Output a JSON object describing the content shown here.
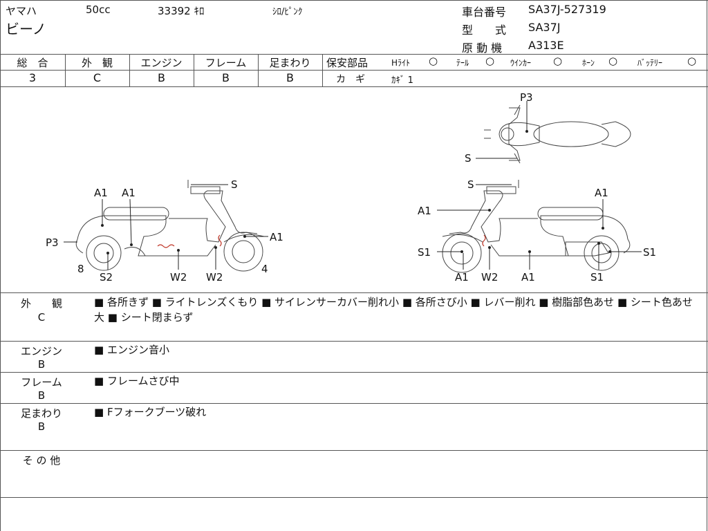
{
  "header": {
    "maker": "ヤマハ",
    "model": "ビーノ",
    "displacement": "50cc",
    "mileage": "33392 ｷﾛ",
    "color": "ｼﾛ/ﾋﾟﾝｸ",
    "frame_no_label": "車台番号",
    "frame_no": "SA37J-527319",
    "type_label": "型　　式",
    "type_value": "SA37J",
    "engine_label": "原 動 機",
    "engine_value": "A313E"
  },
  "grades": [
    {
      "label": "総　合",
      "value": "3"
    },
    {
      "label": "外　観",
      "value": "C"
    },
    {
      "label": "エンジン",
      "value": "B"
    },
    {
      "label": "フレーム",
      "value": "B"
    },
    {
      "label": "足まわり",
      "value": "B"
    }
  ],
  "safety": {
    "label": "保安部品",
    "items": [
      {
        "name": "Hﾗｲﾄ",
        "mark": "○"
      },
      {
        "name": "ﾃｰﾙ",
        "mark": "○"
      },
      {
        "name": "ｳｲﾝｶｰ",
        "mark": "○"
      },
      {
        "name": "ﾎｰﾝ",
        "mark": "○"
      },
      {
        "name": "ﾊﾞｯﾃﾘｰ",
        "mark": "○"
      }
    ],
    "key_label": "カ　ギ",
    "key_value": "ｶｷﾞ 1"
  },
  "diagram": {
    "left": {
      "labels": [
        "A1",
        "A1",
        "S",
        "A1",
        "P3",
        "8",
        "S2",
        "W2",
        "W2",
        "4"
      ]
    },
    "right": {
      "labels": [
        "P3",
        "S",
        "S",
        "A1",
        "A1",
        "S1",
        "S1",
        "A1",
        "W2",
        "A1",
        "S1"
      ]
    }
  },
  "sections": [
    {
      "label": "外　　観",
      "grade": "C",
      "text": "■ 各所きず ■ ライトレンズくもり ■ サイレンサーカバー削れ小 ■ 各所さび小 ■ レバー削れ ■ 樹脂部色あせ ■ シート色あせ大 ■ シート閉まらず"
    },
    {
      "label": "エンジン",
      "grade": "B",
      "text": "■ エンジン音小"
    },
    {
      "label": "フレーム",
      "grade": "B",
      "text": "■ フレームさび中"
    },
    {
      "label": "足まわり",
      "grade": "B",
      "text": "■ Fフォークブーツ破れ"
    },
    {
      "label": "そ の 他",
      "grade": "",
      "text": ""
    }
  ],
  "colors": {
    "line": "#555555",
    "damage": "#c0392b"
  }
}
